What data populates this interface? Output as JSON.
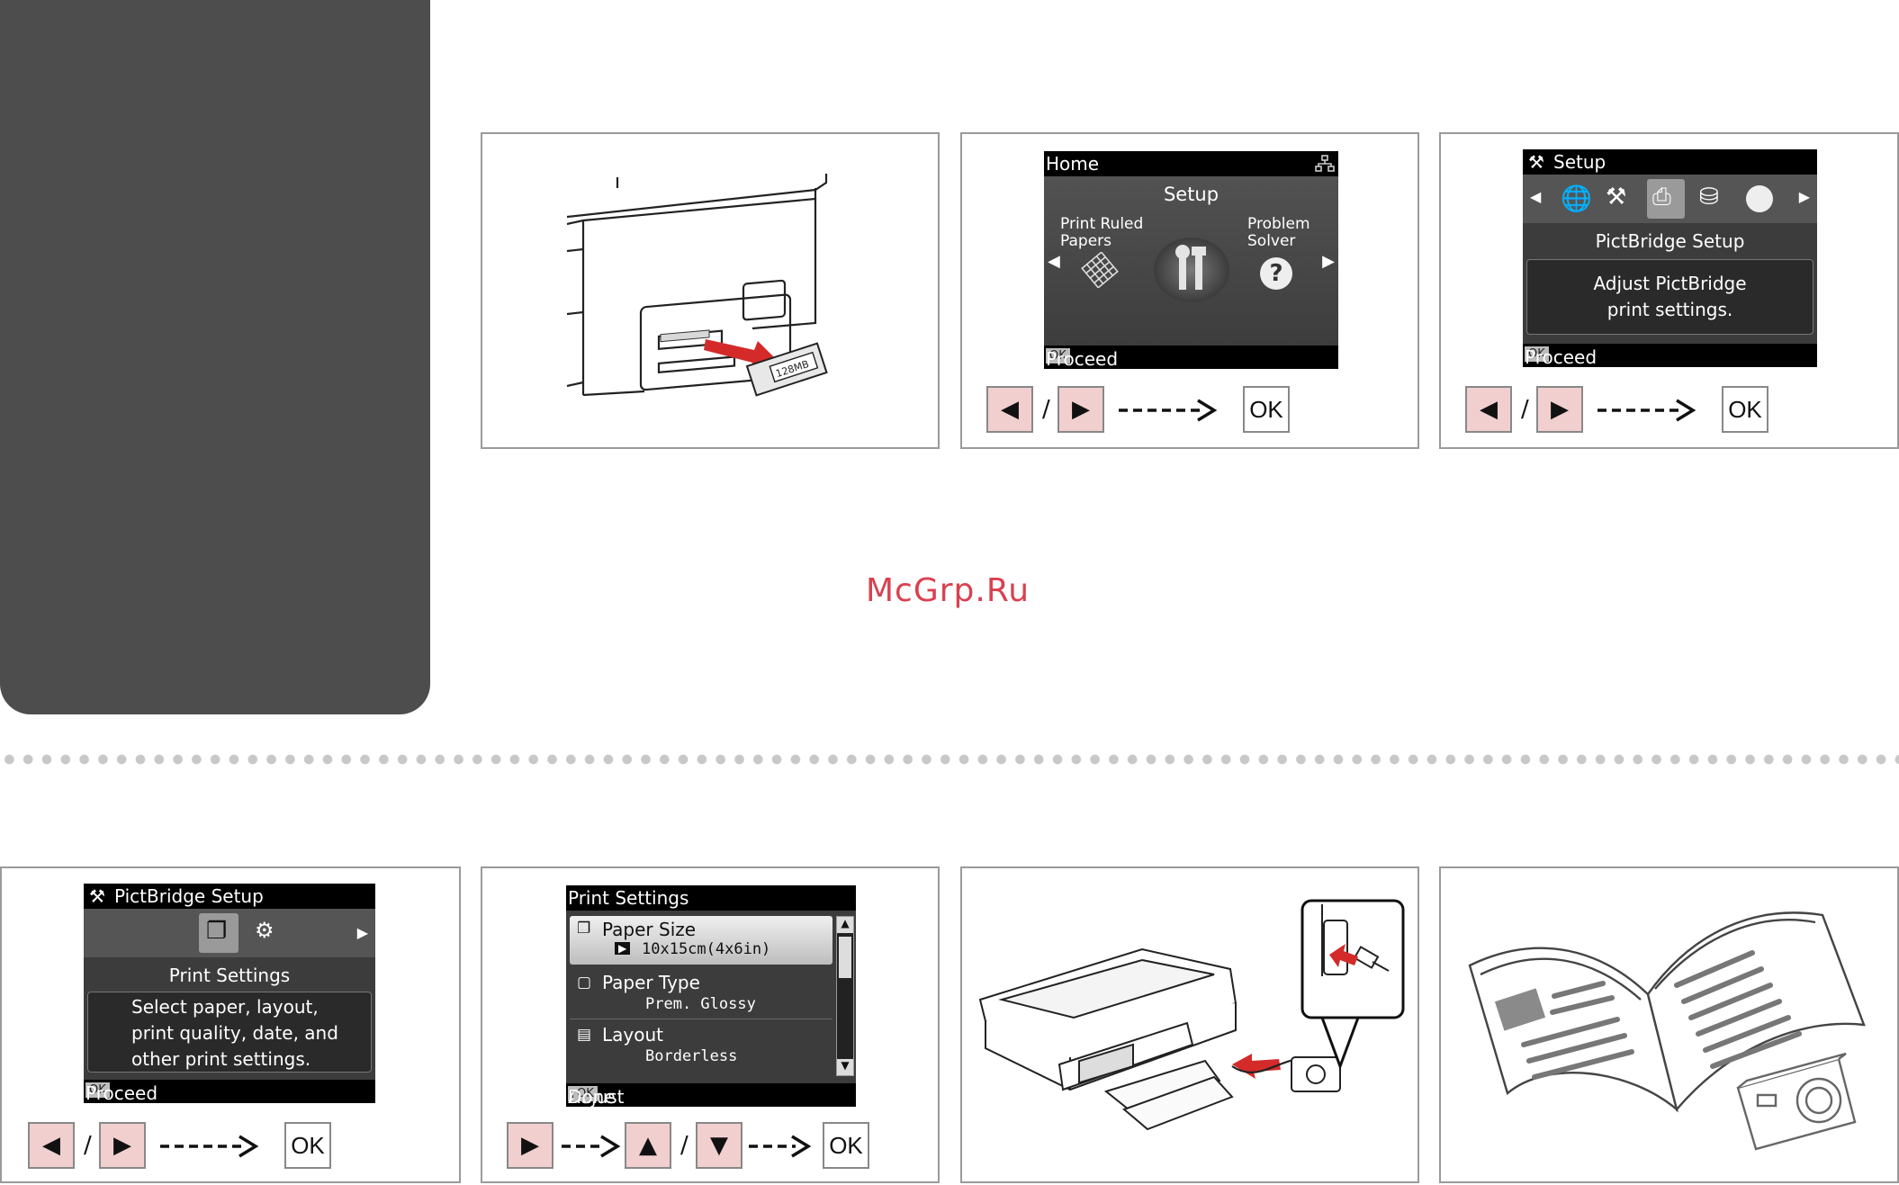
{
  "watermark": "McGrp.Ru",
  "screens": {
    "home": {
      "title": "Home",
      "heading": "Setup",
      "left_label_1": "Print Ruled",
      "left_label_2": "Papers",
      "right_label_1": "Problem",
      "right_label_2": "Solver",
      "footer": "Proceed",
      "ok": "OK"
    },
    "setup": {
      "title": "Setup",
      "heading": "PictBridge Setup",
      "msg_1": "Adjust PictBridge",
      "msg_2": "print settings.",
      "footer": "Proceed",
      "ok": "OK"
    },
    "pictbridge": {
      "title": "PictBridge Setup",
      "heading": "Print Settings",
      "msg_1": "Select paper, layout,",
      "msg_2": "print quality, date, and",
      "msg_3": "other print settings.",
      "footer": "Proceed",
      "ok": "OK"
    },
    "print_settings": {
      "title": "Print Settings",
      "rows": [
        {
          "label": "Paper Size",
          "value": "10x15cm(4x6in)"
        },
        {
          "label": "Paper Type",
          "value": "Prem. Glossy"
        },
        {
          "label": "Layout",
          "value": "Borderless"
        }
      ],
      "footer_adjust": "Adjust",
      "footer_done": "Done",
      "ok": "OK"
    }
  },
  "nav": {
    "slash": "/",
    "ok_label": "OK",
    "ok_label_2": "OK",
    "ok_label_3": "OK",
    "ok_label_4": "OK"
  },
  "card_label": "128MB"
}
